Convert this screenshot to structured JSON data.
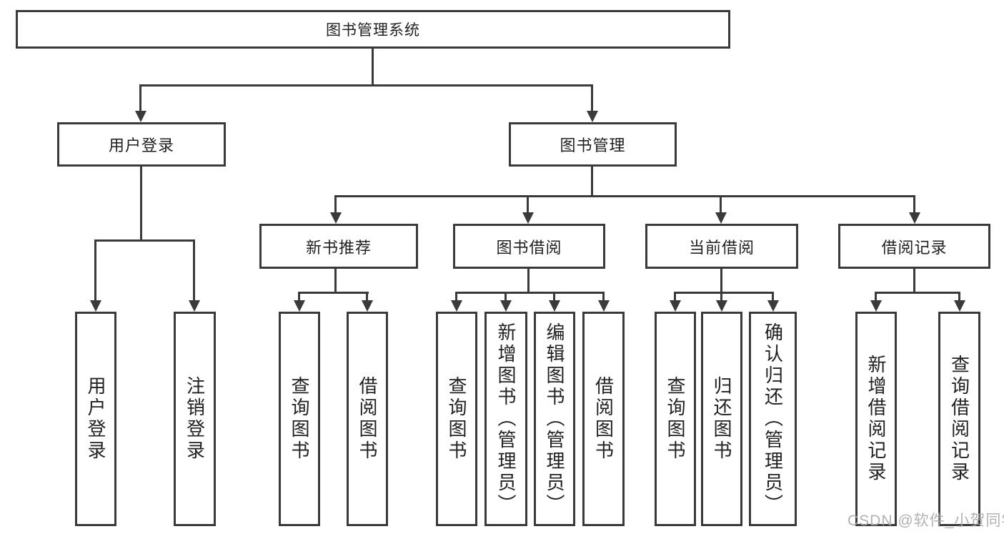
{
  "diagram": {
    "root": {
      "label": "图书管理系统"
    },
    "branches": [
      {
        "label": "用户登录",
        "children": [
          {
            "label": "用户登录"
          },
          {
            "label": "注销登录"
          }
        ]
      },
      {
        "label": "图书管理",
        "sections": [
          {
            "label": "新书推荐",
            "children": [
              {
                "label": "查询图书"
              },
              {
                "label": "借阅图书"
              }
            ]
          },
          {
            "label": "图书借阅",
            "children": [
              {
                "label": "查询图书"
              },
              {
                "label": "新增图书（管理员）"
              },
              {
                "label": "编辑图书（管理员）"
              },
              {
                "label": "借阅图书"
              }
            ]
          },
          {
            "label": "当前借阅",
            "children": [
              {
                "label": "查询图书"
              },
              {
                "label": "归还图书"
              },
              {
                "label": "确认归还（管理员）"
              }
            ]
          },
          {
            "label": "借阅记录",
            "children": [
              {
                "label": "新增借阅记录"
              },
              {
                "label": "查询借阅记录"
              }
            ]
          }
        ]
      }
    ]
  },
  "watermark": {
    "text": "CSDN @软件_小贺同学"
  },
  "colors": {
    "line": "#3a3a3a",
    "text": "#212121",
    "watermark": "#a9a9af",
    "background": "#ffffff"
  }
}
